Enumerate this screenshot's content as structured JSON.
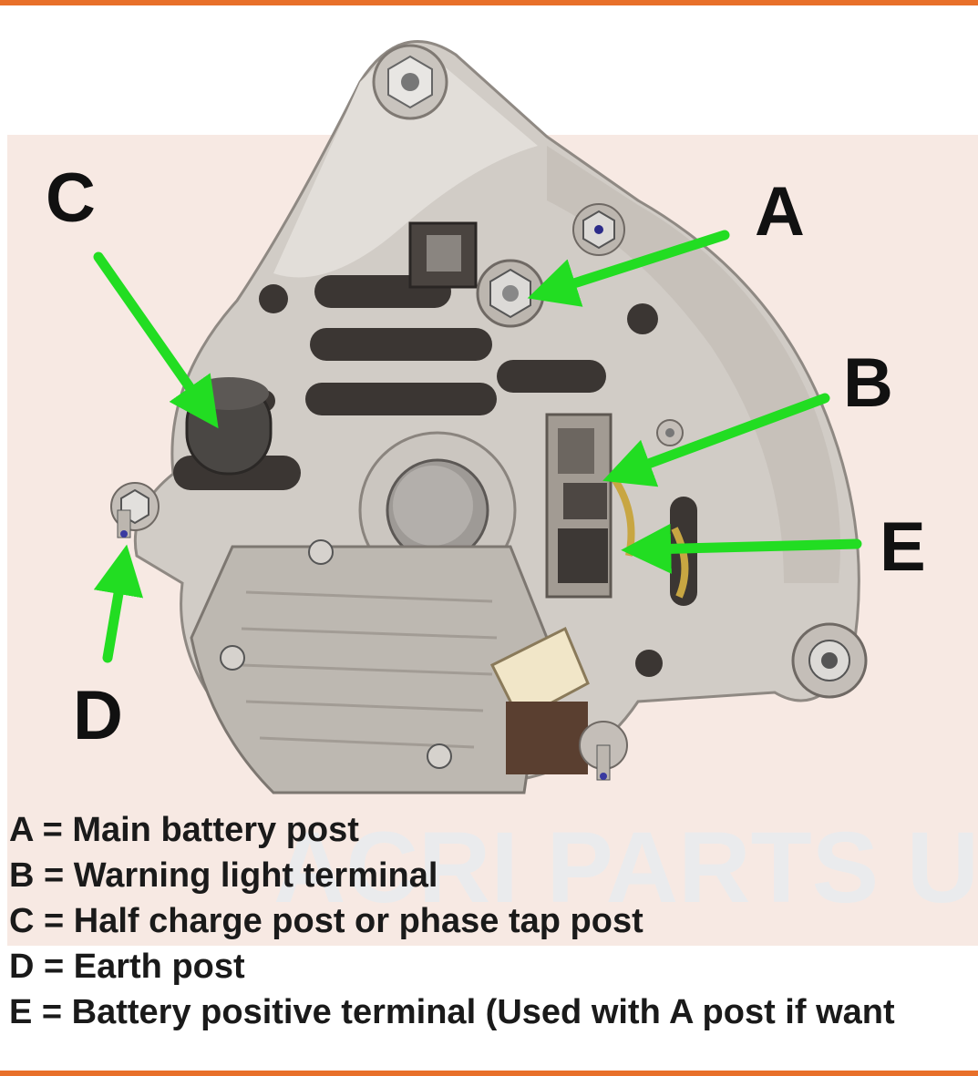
{
  "colors": {
    "rule": "#e8702a",
    "arrow": "#22dd22",
    "panel": "#f7e9e3",
    "housing": "#cfcac4",
    "housing_dark": "#9c968f",
    "regulator": "#b9b4ad",
    "connector": "#f1e6c8"
  },
  "callouts": {
    "a": "A",
    "b": "B",
    "c": "C",
    "d": "D",
    "e": "E"
  },
  "legend": [
    "A = Main battery post",
    "B = Warning light terminal",
    "C = Half charge post or phase tap post",
    "D = Earth post",
    "E = Battery positive terminal (Used with A post if want"
  ],
  "watermark": "ACRI PARTS UK"
}
